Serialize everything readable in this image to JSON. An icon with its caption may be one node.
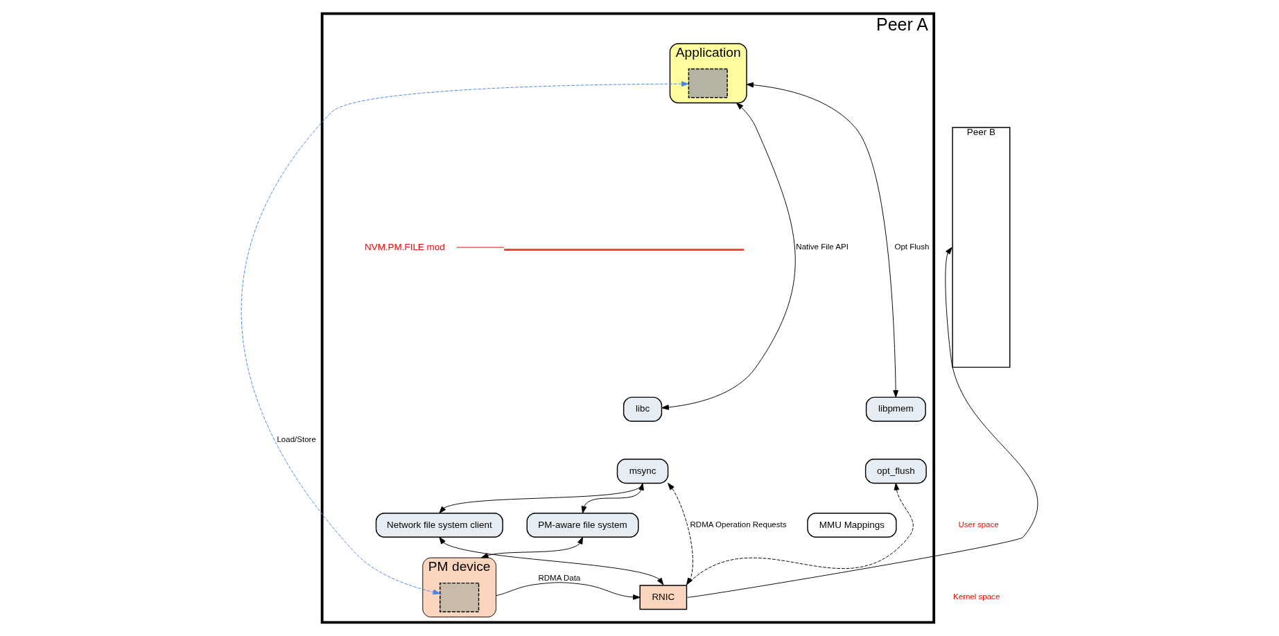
{
  "diagram": {
    "nodes": [
      {
        "text": [
          "Peer A"
        ]
      },
      {
        "text": [
          "Application"
        ],
        "in": 0
      },
      {
        "text": [],
        "shape": "box",
        "in": 1
      },
      {
        "text": [
          "libc"
        ],
        "in": 0
      },
      {
        "text": [
          "msync"
        ],
        "in": 0
      },
      {
        "text": [
          "libpmem"
        ],
        "in": 0
      },
      {
        "text": [
          "opt_flush"
        ],
        "in": 0
      },
      {
        "text": [
          "PM-aware file system"
        ],
        "in": 0
      },
      {
        "text": [
          "MMU Mappings"
        ],
        "in": 0
      },
      {
        "text": [
          "Network file system client"
        ],
        "in": 0
      },
      {
        "text": [
          "PM device"
        ],
        "in": 0
      },
      {
        "text": [],
        "shape": "box",
        "in": 10
      },
      {
        "text": [
          "RNIC"
        ],
        "in": 0
      },
      {
        "text": [
          "Peer B"
        ]
      },
      {
        "text": [
          "NVM.PM.FILE mod"
        ],
        "in": 0
      },
      {
        "text": [],
        "shape": "bracket",
        "in": 0
      }
    ],
    "edges": [
      {
        "from": 1,
        "to": 3,
        "arrow": "both",
        "label": "Native File API"
      },
      {
        "from": 1,
        "to": 5,
        "arrow": "both",
        "label": "Opt Flush"
      },
      {
        "from": 11,
        "to": 2,
        "arrow": "both",
        "label": "Load/Store",
        "style": "dashed",
        "color": "#4a86e8"
      },
      {
        "from": 4,
        "to": 7,
        "arrow": "both"
      },
      {
        "from": 4,
        "to": 9,
        "arrow": "to"
      },
      {
        "from": 12,
        "to": 4,
        "arrow": "both",
        "style": "dashed",
        "label": "RDMA Operation Requests"
      },
      {
        "from": 12,
        "to": 6,
        "arrow": "to",
        "style": "dashed"
      },
      {
        "from": 7,
        "to": 10,
        "arrow": "both"
      },
      {
        "from": 9,
        "to": 12,
        "arrow": "both"
      },
      {
        "from": 10,
        "to": 12,
        "arrow": "to",
        "label": "RDMA Data"
      },
      {
        "from": 12,
        "to": 13,
        "arrow": "to"
      },
      {
        "from": 14,
        "to": 15,
        "arrow": "none",
        "color": "#ff0000"
      }
    ],
    "labels": [
      "User space",
      "Kernel space"
    ]
  }
}
